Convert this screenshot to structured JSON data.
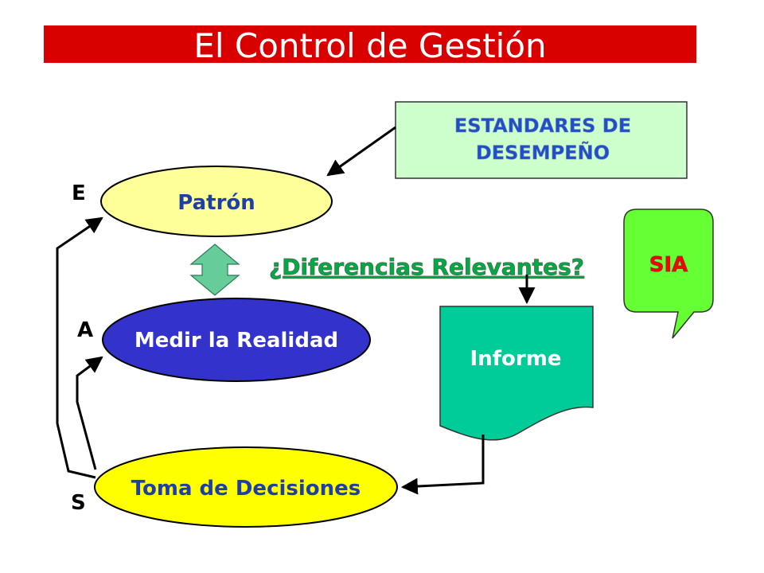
{
  "title": "El Control de Gestión",
  "colors": {
    "title_bar": "#d90000",
    "estandares_fill": "#ccffcc",
    "estandares_text": "#1f4fc8",
    "patron_fill": "#ffff99",
    "patron_text": "#1f3fa8",
    "medir_fill": "#3333cc",
    "decisiones_fill": "#ffff00",
    "decisiones_text": "#1f3fa8",
    "informe_fill": "#00cc99",
    "informe_text": "#ffffff",
    "sia_fill": "#66ff33",
    "sia_text": "#ff0000",
    "arrow_fill": "#66cc99",
    "diferencias_text": "#00aa44"
  },
  "nodes": {
    "estandares_line1": "ESTANDARES DE",
    "estandares_line2": "DESEMPEÑO",
    "patron": "Patrón",
    "medir": "Medir la Realidad",
    "decisiones": "Toma de Decisiones",
    "informe": "Informe",
    "sia": "SIA"
  },
  "question": "¿Diferencias Relevantes?",
  "side_letters": {
    "e": "E",
    "a": "A",
    "s": "S"
  }
}
